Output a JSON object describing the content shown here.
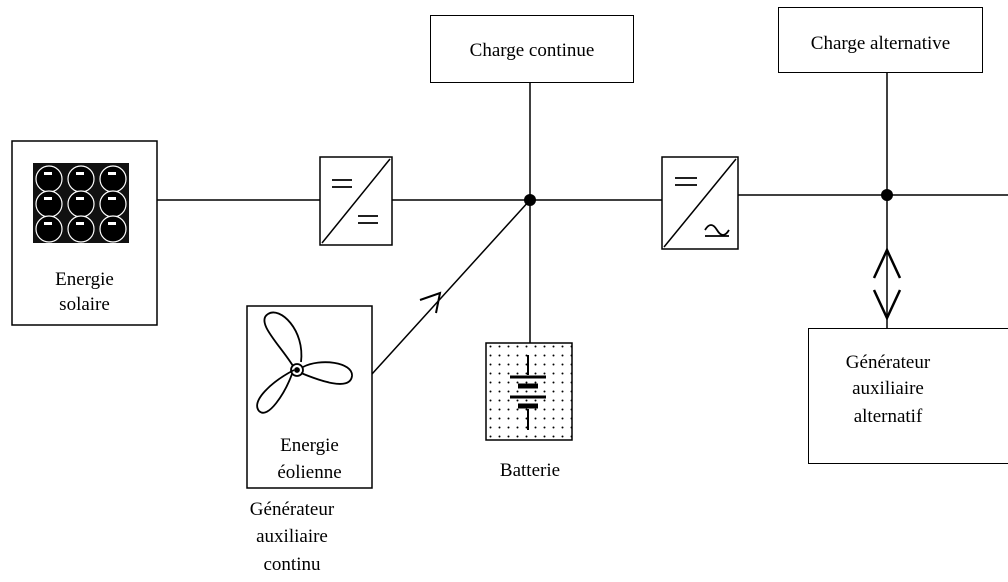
{
  "loads": {
    "dc": "Charge continue",
    "ac": "Charge alternative"
  },
  "sources": {
    "solar": [
      "Energie",
      "solaire"
    ],
    "wind": [
      "Energie",
      "éolienne"
    ],
    "dc_generator": [
      "Générateur",
      "auxiliaire",
      "continu"
    ],
    "ac_generator": [
      "Générateur",
      "auxiliaire",
      "alternatif"
    ]
  },
  "storage": {
    "battery": "Batterie"
  }
}
